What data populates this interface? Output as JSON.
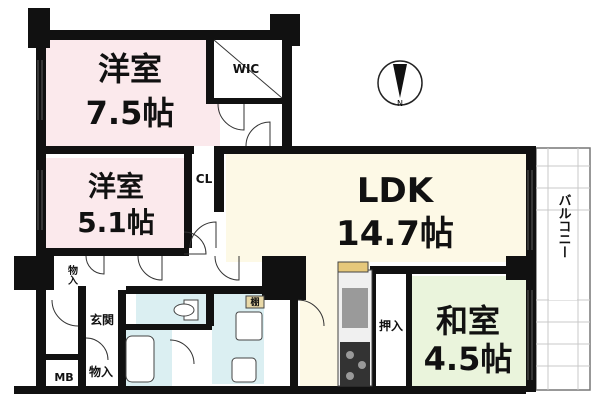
{
  "rooms": {
    "western1": {
      "name": "洋室",
      "size": "7.5帖",
      "color": "#fbe9ec"
    },
    "western2": {
      "name": "洋室",
      "size": "5.1帖",
      "color": "#fbe9ec"
    },
    "ldk": {
      "name": "LDK",
      "size": "14.7帖",
      "color": "#fdf9e6"
    },
    "japanese": {
      "name": "和室",
      "size": "4.5帖",
      "color": "#eaf4dc"
    },
    "bath_color": "#dbeff2"
  },
  "labels": {
    "wic": "WIC",
    "cl": "CL",
    "storage_top": "物入",
    "genkan": "玄関",
    "mb": "MB",
    "storage_bottom": "物入",
    "shelf": "棚",
    "oshiire": "押入",
    "balcony": "バルコニー"
  },
  "compass": {
    "letter": "N"
  }
}
